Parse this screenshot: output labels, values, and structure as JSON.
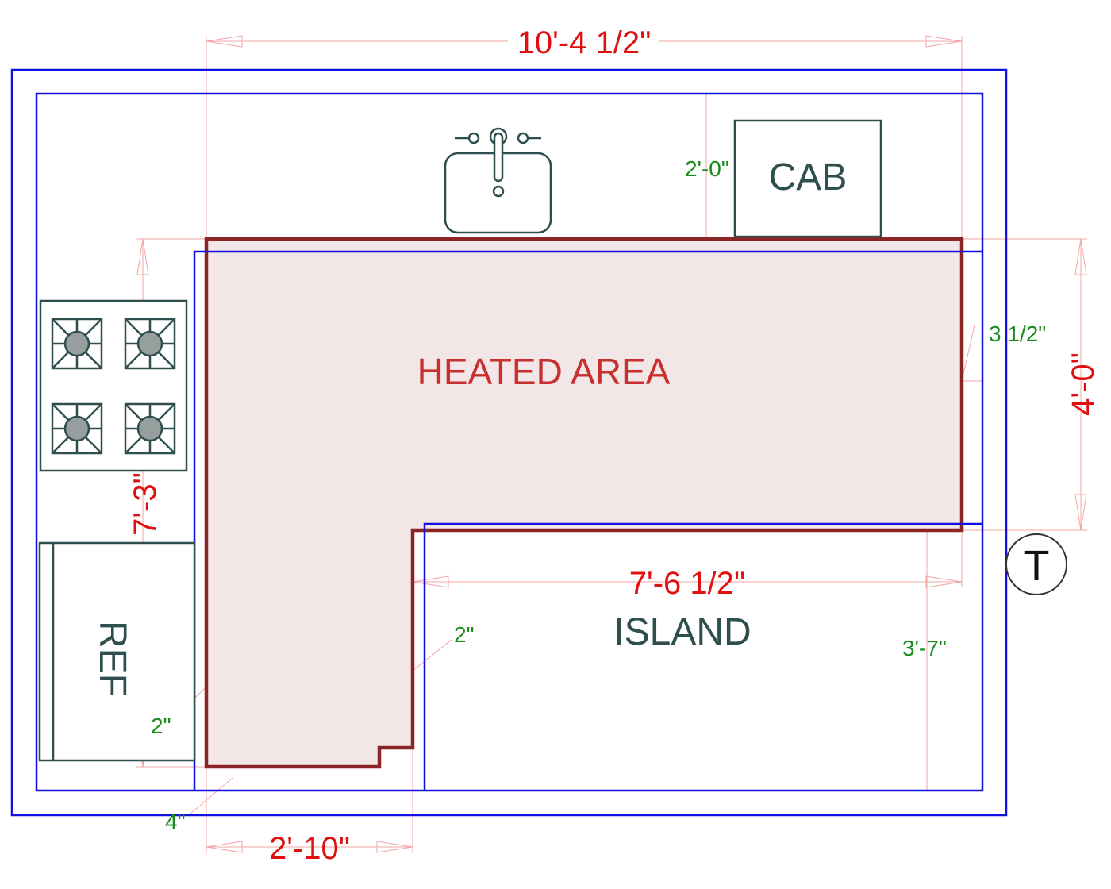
{
  "labels": {
    "heated_area": "HEATED AREA",
    "island": "ISLAND",
    "cabinet": "CAB",
    "refrigerator": "REF",
    "marker": "T"
  },
  "dimensions": {
    "overall_width": "10'-4 1/2\"",
    "right_depth": "4'-0\"",
    "left_length": "7'-3\"",
    "bottom_width": "2'-10\"",
    "island_width": "7'-6 1/2\""
  },
  "notes": {
    "cab_depth": "2'-0\"",
    "offset_right": "3 1/2\"",
    "offset_island": "2\"",
    "offset_ref": "2\"",
    "offset_bottom": "4\"",
    "island_depth": "3'-7\""
  },
  "colors": {
    "heated_fill": "#f2e6e6",
    "heated_stroke": "#8b2525",
    "wall": "#1010e0"
  }
}
